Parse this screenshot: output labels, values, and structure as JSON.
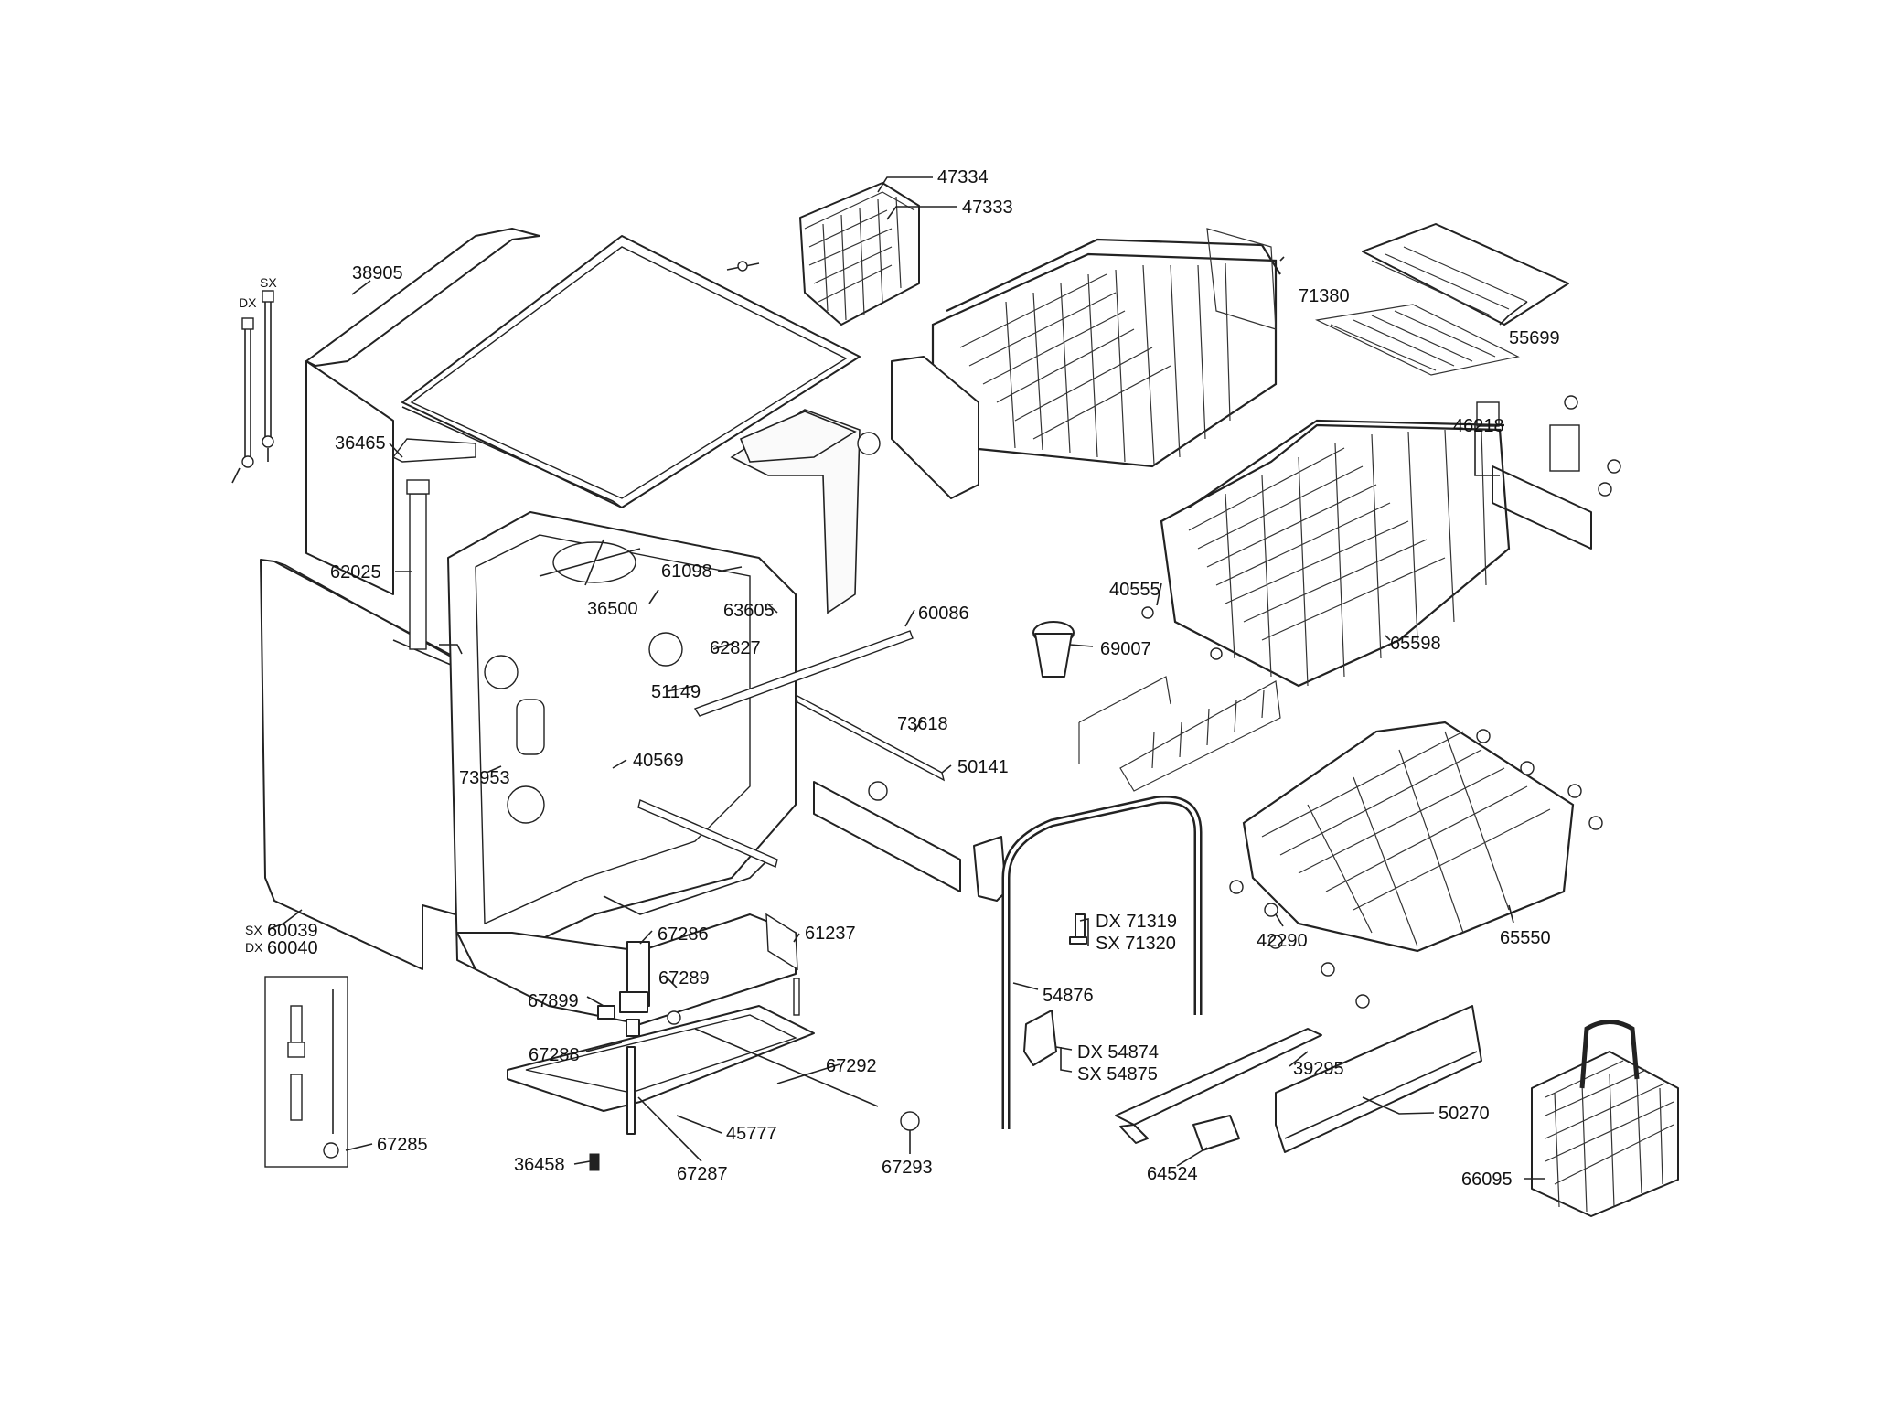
{
  "diagram": {
    "parts": [
      {
        "id": "p47334",
        "label": "47334"
      },
      {
        "id": "p47333",
        "label": "47333"
      },
      {
        "id": "p38905",
        "label": "38905"
      },
      {
        "id": "p71380",
        "label": "71380"
      },
      {
        "id": "p55699",
        "label": "55699"
      },
      {
        "id": "p36465",
        "label": "36465"
      },
      {
        "id": "p46218",
        "label": "46218"
      },
      {
        "id": "p62025",
        "label": "62025"
      },
      {
        "id": "p61098",
        "label": "61098"
      },
      {
        "id": "p36500",
        "label": "36500"
      },
      {
        "id": "p63605",
        "label": "63605"
      },
      {
        "id": "p40555",
        "label": "40555"
      },
      {
        "id": "p60086",
        "label": "60086"
      },
      {
        "id": "p62827",
        "label": "62827"
      },
      {
        "id": "p69007",
        "label": "69007"
      },
      {
        "id": "p65598",
        "label": "65598"
      },
      {
        "id": "p51149",
        "label": "51149"
      },
      {
        "id": "p73618",
        "label": "73618"
      },
      {
        "id": "p50141",
        "label": "50141"
      },
      {
        "id": "p40569",
        "label": "40569"
      },
      {
        "id": "p73953",
        "label": "73953"
      },
      {
        "id": "p71319",
        "label": "DX 71319"
      },
      {
        "id": "p71320",
        "label": "SX 71320"
      },
      {
        "id": "p60039",
        "label": "60039",
        "prefix": "SX"
      },
      {
        "id": "p60040",
        "label": "60040",
        "prefix": "DX"
      },
      {
        "id": "p67286",
        "label": "67286"
      },
      {
        "id": "p61237",
        "label": "61237"
      },
      {
        "id": "p42290",
        "label": "42290"
      },
      {
        "id": "p65550",
        "label": "65550"
      },
      {
        "id": "p67289",
        "label": "67289"
      },
      {
        "id": "p67899",
        "label": "67899"
      },
      {
        "id": "p54876",
        "label": "54876"
      },
      {
        "id": "p67288",
        "label": "67288"
      },
      {
        "id": "p54874",
        "label": "DX 54874"
      },
      {
        "id": "p54875",
        "label": "SX 54875"
      },
      {
        "id": "p67292",
        "label": "67292"
      },
      {
        "id": "p39295",
        "label": "39295"
      },
      {
        "id": "p50270",
        "label": "50270"
      },
      {
        "id": "p45777",
        "label": "45777"
      },
      {
        "id": "p67285",
        "label": "67285"
      },
      {
        "id": "p36458",
        "label": "36458"
      },
      {
        "id": "p67287",
        "label": "67287"
      },
      {
        "id": "p67293",
        "label": "67293"
      },
      {
        "id": "p64524",
        "label": "64524"
      },
      {
        "id": "p66095",
        "label": "66095"
      }
    ],
    "side_tags": {
      "dx": "DX",
      "sx": "SX"
    }
  }
}
